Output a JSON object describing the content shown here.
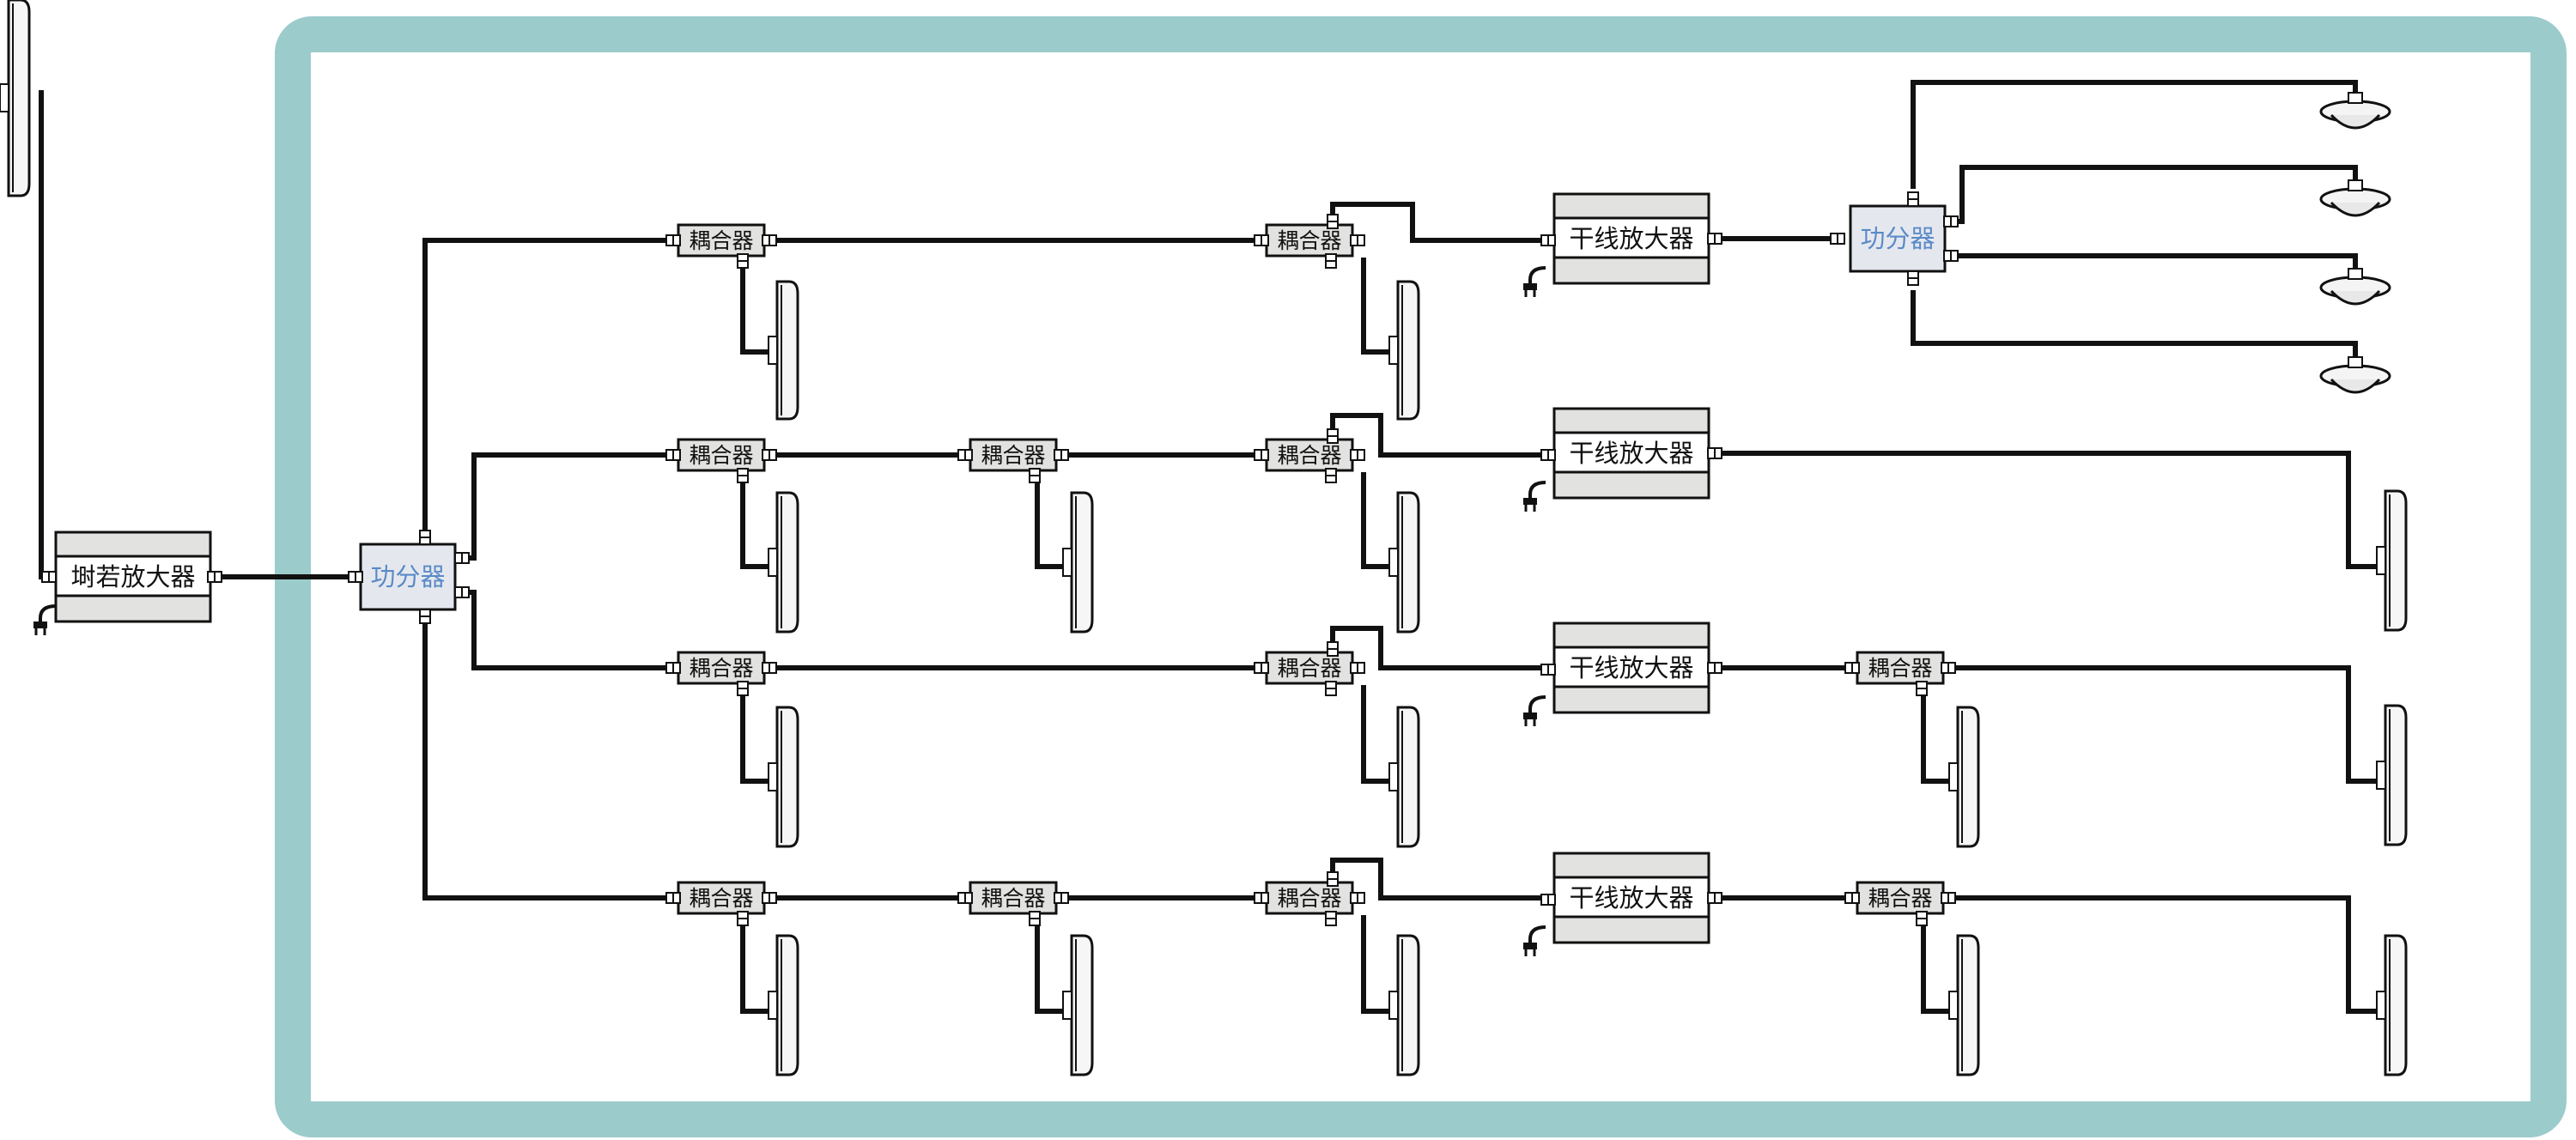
{
  "labels": {
    "donor_amplifier": "埘若放大器",
    "splitter": "功分器",
    "coupler": "耦合器",
    "trunk_amplifier": "干线放大器"
  },
  "colors": {
    "border": "#9ccbcc",
    "cable": "#111111",
    "device_fill": "#e2e3e1",
    "splitter_fill": "#e4e8ee",
    "splitter_text": "#5b8ac7"
  },
  "icons": {
    "panel_antenna": "panel-antenna-icon",
    "ceiling_antenna": "ceiling-antenna-icon",
    "power_plug": "power-plug-icon"
  }
}
